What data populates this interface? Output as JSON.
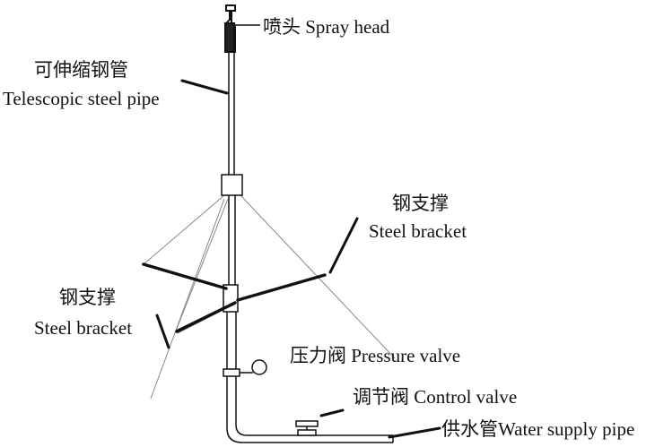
{
  "labels": {
    "spray_head": "喷头  Spray head",
    "telescopic_zh": "可伸缩钢管",
    "telescopic_en": "Telescopic steel pipe",
    "bracket_right_zh": "钢支撑",
    "bracket_right_en": "Steel bracket",
    "bracket_left_zh": "钢支撑",
    "bracket_left_en": "Steel bracket",
    "pressure_valve": "压力阀  Pressure valve",
    "control_valve": "调节阀  Control valve",
    "water_supply": "供水管Water supply pipe"
  },
  "colors": {
    "line": "#111111",
    "thin_line": "#777777",
    "text": "#111111"
  }
}
